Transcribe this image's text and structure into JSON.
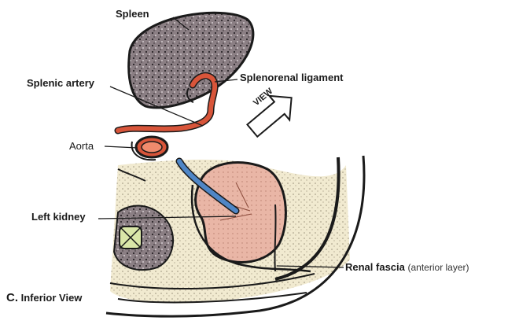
{
  "labels": {
    "spleen": "Spleen",
    "splenic_artery": "Splenic artery",
    "splenorenal_ligament": "Splenorenal ligament",
    "view": "VIEW",
    "aorta": "Aorta",
    "left_kidney": "Left kidney",
    "renal_fascia": "Renal fascia",
    "renal_fascia_note": "(anterior layer)"
  },
  "panel": {
    "letter": "C.",
    "title": "Inferior View"
  },
  "colors": {
    "spleen_fill": "#7d6f74",
    "artery": "#d8553a",
    "vein": "#4f86c6",
    "kidney": "#e9b6a6",
    "fat": "#f3ebcf",
    "vertebra": "#d9e6a8",
    "outline": "#1a1a1a"
  }
}
